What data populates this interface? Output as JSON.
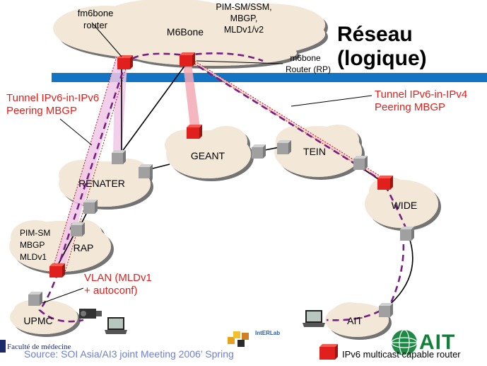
{
  "title": [
    "Réseau",
    "(logique)"
  ],
  "clouds": {
    "m6bone": "M6Bone",
    "geant": "GEANT",
    "tein": "TEIN",
    "renater": "RENATER",
    "wide": "WIDE",
    "rap": "RAP",
    "upmc": "UPMC",
    "ait": "AIT"
  },
  "router_labels": {
    "fm6bone": [
      "fm6bone",
      "router"
    ],
    "m6bone_rp": [
      "m6bone",
      "Router (RP)"
    ]
  },
  "protocols": {
    "m6bone": [
      "PIM-SM/SSM,",
      "MBGP,",
      "MLDv1/v2"
    ],
    "rap": [
      "PIM-SM",
      "MBGP",
      "MLDv1"
    ]
  },
  "annotations": {
    "tunnel_left": [
      "Tunnel IPv6-in-IPv6",
      "Peering MBGP"
    ],
    "tunnel_right": [
      "Tunnel IPv6-in-IPv4",
      "Peering MBGP"
    ],
    "vlan": [
      "VLAN (MLDv1",
      "+ autoconf)"
    ]
  },
  "legend": {
    "text": "IPv6 multicast capable router"
  },
  "source": "Source: SOI Asia/AI3 joint Meeting 2006’ Spring",
  "logos": {
    "ait": "AIT",
    "faculty": "Faculté de médecine",
    "interlab": "IntERLab"
  },
  "colors": {
    "multicast_router": "#e0201c",
    "router": "#a8a8a8",
    "cloud": "#f3e8d8",
    "backbone": "#1474c4",
    "tunnel": "#d02a8a",
    "path": "#7a1d82",
    "label_red": "#e0201c"
  }
}
